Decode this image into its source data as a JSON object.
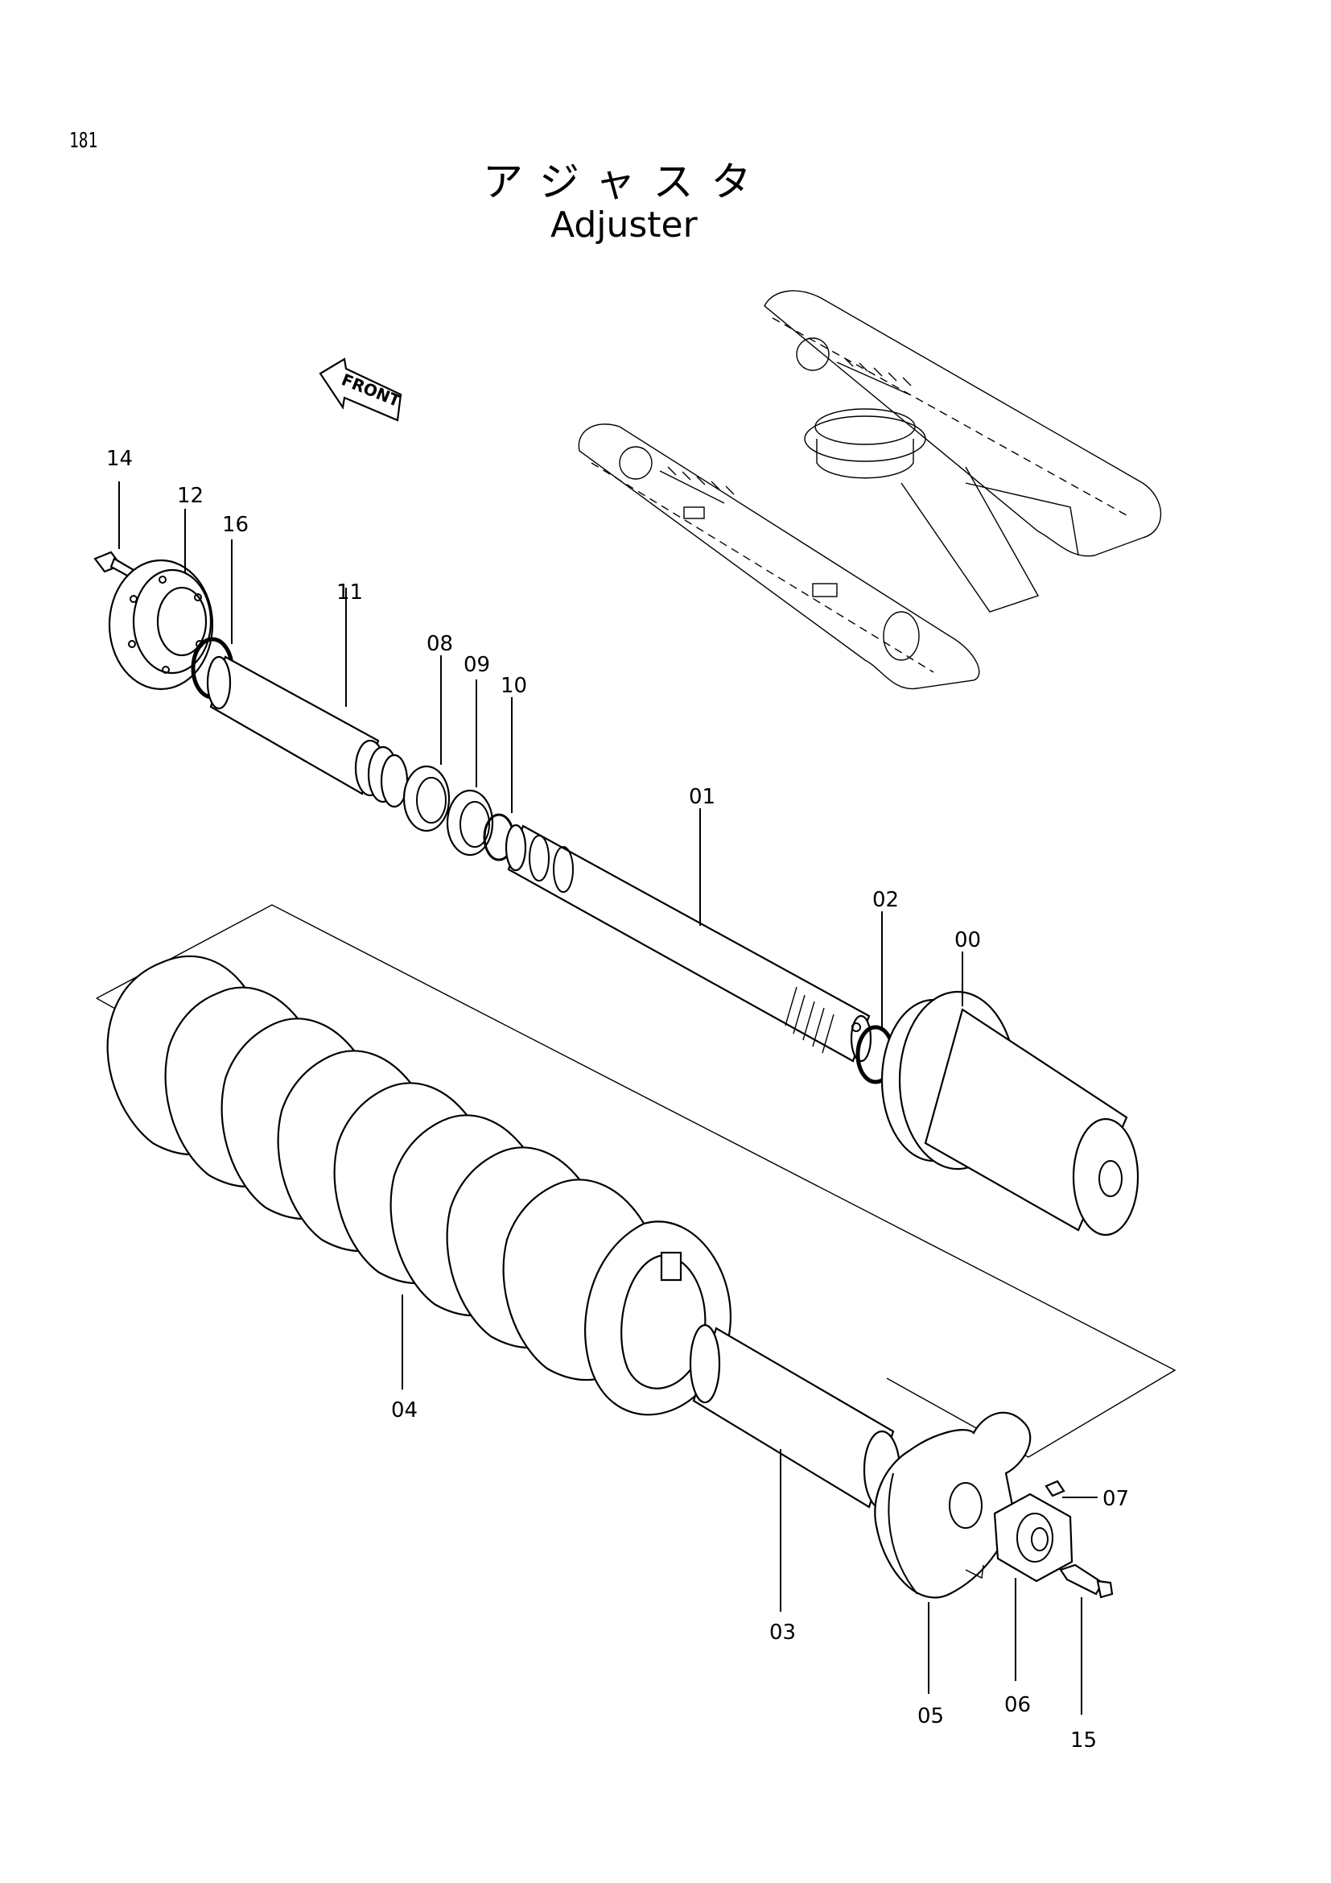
{
  "page_number": "181",
  "title_jp": "アジャスタ",
  "title_en": "Adjuster",
  "front_label": "FRONT",
  "part_labels": {
    "p00": "00",
    "p01": "01",
    "p02": "02",
    "p03": "03",
    "p04": "04",
    "p05": "05",
    "p06": "06",
    "p07": "07",
    "p08": "08",
    "p09": "09",
    "p10": "10",
    "p11": "11",
    "p12": "12",
    "p14": "14",
    "p15": "15",
    "p16": "16"
  }
}
